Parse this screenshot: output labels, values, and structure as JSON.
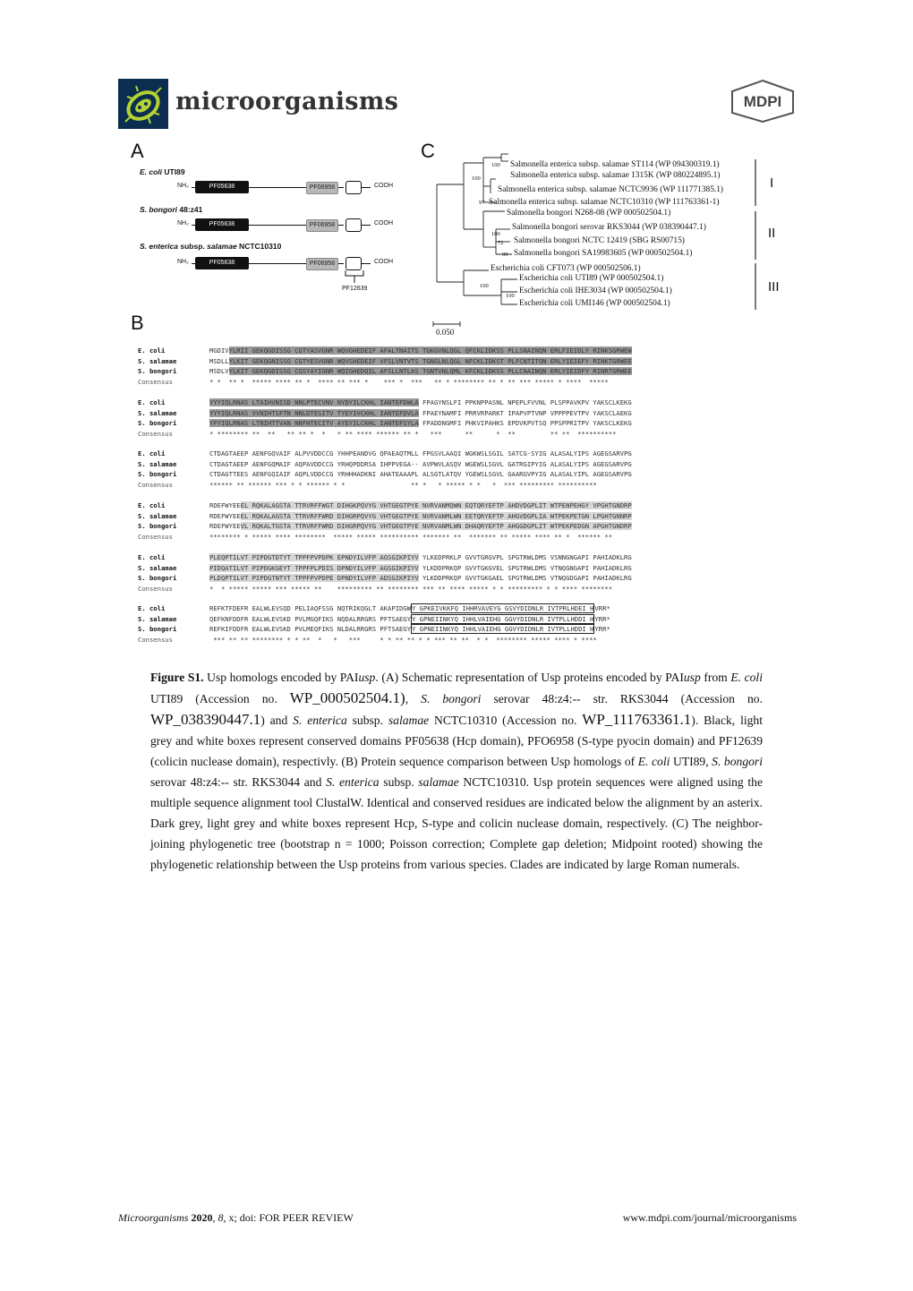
{
  "header": {
    "journal_name": "microorganisms",
    "publisher_logo": "MDPI",
    "logo_icon": "bacterium-icon"
  },
  "figure": {
    "panel_a": {
      "letter": "A",
      "organisms": [
        {
          "name_bold": "E. coli",
          "name_rest": " UTI89"
        },
        {
          "name_bold": "S. bongori",
          "name_rest": " 48:z41"
        },
        {
          "name_bold": "S. enterica",
          "name_rest": " subsp. ",
          "name_italic2": "salamae",
          "name_rest2": " NCTC10310"
        }
      ],
      "n_terminus": "NH₂",
      "c_terminus": "COOH",
      "domain_dark": "PF05638",
      "domain_light": "PF06958",
      "domain_white_label": "PF12639"
    },
    "panel_b": {
      "letter": "B",
      "names": [
        "E. coli",
        "S. salamae",
        "S. bongori",
        "Consensus"
      ],
      "blocks": [
        {
          "rows": [
            "MGDIV|YLRII GEKQGDISSG CGTYASVGNR WQVGHEDEIF AFALTNAITS TGKGVNLQGL QFCKLIDKSS PLLSNAINQN ERLFIEIDLY RINKSGRWEW",
            "MSDLL|YLKIT GEKQGNISSG CGTYESVGNR WQVSHEDEIF VFSLVNTVTS TGNGLNLQGL NFCKLIDKST PLFCNTITQN ERLYIEIEFY RINKTGRWEE",
            "MSDLV|YLKIT GEKQGDISSG CGSYAYIGNR WQIGHEDQIL AFSLLNTLAS TGNTVNLQML KFCKLIDKSS PLLCNAINQN ERLYIEIDFY RINRTGRWEE",
            "* *  |** *  ***** **** ** *  **** ** *** *    *** *  ***   ** * ******** ** * ** *** ***** * ****  *****"
          ]
        },
        {
          "rows": [
            "YYYIQLRNAS LTAIHVNISD NNLPTECVNV NYDYILCKHL IANTEFDWLA| FPAGYNSLFI PPKNPPASNL NPEPLFVVNL PLSPPAVKPV YAKSCLKEKG",
            "YYYIQLRNAS VVNIHTSFTN NNLDTESITV TYEYIVCKHL IANTEFDVLA| FPAEYNAMFI PRRVRPARKT IPAPVPTVNP VPPPPEVTPV YAKSCLAEKG",
            "YFYIQLRNAS LTNIHTTVAN NNFHTECITV AYEYILCKHL IANTEFSYLA| FPADDNGMFI PHKVIPAHKS EPDVKPVTSQ PPSPPRITPV YAKSCLKEKG",
            "* ******** **  **   ** ** *  *   * ** **** ****** ** *   ***      **      *  **         ** **  **********"
          ]
        },
        {
          "rows": [
            "CTDAGTAEEP AENFGQVAIF ALPVVDDCCG YHHPEANDVG QPAEAQTMLL FPGSVLAAQI WGKWSLSGIL SATCG-SYIG ALASALYIPS AGEGSARVPG",
            "CTDAGTAEEP AENFGQMAIF AQPAVDDCCG YRHQPDDRSA IHPPVEGA-- AVPWVLASQV WGEWSLSGVL GATRGIPYIG ALASALYIPS AGEGSARVPG",
            "CTDAGTTEES AENFGQIAIF AQPLVDDCCG YRHHHADKNI AHATEAAAPL ALSGTLATQV YGEWSLSGVL GAARGVPYIG ALASALYIPL AGEGSARVPG",
            "****** ** ****** *** * * ****** * *                 ** *   * ***** * *   *  *** ********* **********"
          ]
        },
        {
          "rows": [
            "RDEFWYEE|EL RQKALAGSTA TTRVRFFWGT DIHGKPQVYG VHTGEGTPYE NVRVANMQWN EQTQRYEFTP AHDVDGPLIT WTPENPEHGY VPGHTGNDRP",
            "RDEFWYEE|EL RQKALAGSTA TTRVRFFWRD DIHGRPQVYG VHTGEGTPYE NVRVANMLWN EETQRYEFTP AHGVDGPLIA WTPEKPETGN LPGHTGNNRP",
            "RDEFWYEE|VL RQKALTGSTA TTRVRFFWRD DIHGRPQVYG VHTGEGTPYE NVRVANMLWN DHAQRYEFTP AHGGDGPLIT WTPEKPEDGN APGHTGNDRP",
            "******** * ***** **** ********  ***** ***** ********** ******* **  ******* ** ***** **** ** *  ****** **"
          ]
        },
        {
          "rows": [
            "PLEQPTILVT PIPDGTDTYT TPPFPVPDPK EPNDYILVFP AGSGIKPIYV| YLKEDPRKLP GVVTGRGVPL SPGTRWLDMS VSNNGNGAPI PAHIADKLRG",
            "PIDQATILVT PIPDGKGEYT TPPFPLPDIS DPNDYILVFP AGSGIKPIYV| YLKDDPRKQP GVVTGKGVEL SPGTRWLDMS VTNQGNGAPI PAHIADKLRG",
            "PLDQPTILVT PIPDGTNTYT TPPFPVPDPE DPNDYILVFP ADSGIKPIYV| YLKDDPRKQP GVVTGKGAEL SPGTRWLDMS VTNQGDGAPI PAHIADKLRG",
            "*  * ***** ***** *** ***** **    ********* ** ******** *** ** **** ***** * * ********* * * **** ********"
          ]
        },
        {
          "rows": [
            "REFKTFDEFR EALWLEVSQD PELIAQFSSG NQTRIKQGLT AKAPIDGW|Y GPKEIVKKFQ IHHRVAVEYG GSVYDIDNLR IVTPRLHDEI |H|VRR*",
            "QEFKNFDDFR EALWLEVSKD PVLMGQFIKS NQDALRRGRS PFTSAEGY|Y GPNEIINKYQ IHHLVAIEHG GGVYDIDNLR IVTPLLHDDI |H|YRR*",
            "REFKIFDDFR EALWLEVSKD PVLMEQFIKS NLDALRRGRS PFTSAEGY|Y GPNEIINKYQ IHHLVAIEHG GGVYDIDNLR IVTPLLHDDI |H|YRR*",
            " *** ** ** ******** * * **  *   *   ***     * * ** ** * * *** ** **  * *  ******** ***** **** * ****"
          ]
        }
      ]
    },
    "panel_c": {
      "letter": "C",
      "leaves": [
        "Salmonella enterica subsp. salamae ST114 (WP 094300319.1)",
        "Salmonella enterica subsp. salamae 1315K (WP 080224895.1)",
        "Salmonella enterica subsp. salamae NCTC9936 (WP 111771385.1)",
        "Salmonella enterica subsp. salamae NCTC10310 (WP 111763361-1)",
        "Salmonella bongori N268-08 (WP 000502504.1)",
        "Salmonella bongori serovar RKS3044 (WP 038390447.1)",
        "Salmonella bongori NCTC 12419 (SBG RS00715)",
        "Salmonella bongori SA19983605 (WP 000502504.1)",
        "Escherichia coli CFT073 (WP 000502506.1)",
        "Escherichia coli UTI89 (WP 000502504.1)",
        "Escherichia coli IHE3034 (WP 000502504.1)",
        "Escherichia coli UMI146 (WP 000502504.1)"
      ],
      "bootstrap": [
        "100",
        "100",
        "97",
        "100",
        "72",
        "99",
        "100",
        "100"
      ],
      "clades": [
        "I",
        "II",
        "III"
      ],
      "scale": "0.050"
    }
  },
  "caption": {
    "label": "Figure S1.",
    "t1": " Usp homologs encoded by PAI",
    "i1": "usp",
    "t2": ". (A) Schematic representation of Usp proteins encoded by PAI",
    "i2": "usp",
    "t3": " from ",
    "i3": "E. coli",
    "t4": " UTI89 (Accession no. ",
    "acc1": "WP_000502504.1)",
    "t5": ", ",
    "i4": "S. bongori",
    "t6": " serovar 48:z4:-- str. RKS3044 (Accession no. ",
    "acc2": "WP_038390447.1",
    "t7": ") and ",
    "i5": "S. enterica",
    "t8": " subsp. ",
    "i6": "salamae",
    "t9": " NCTC10310 (Accession no. ",
    "acc3": "WP_111763361.1",
    "t10": "). Black, light grey and white boxes represent conserved domains PF05638 (Hcp domain), PFO6958 (S-type pyocin domain) and PF12639 (colicin nuclease domain), respectivly. (B) Protein sequence comparison between Usp homologs of ",
    "i7": "E. coli",
    "t11": " UTI89, ",
    "i8": "S. bongori",
    "t12": " serovar 48:z4:-- str. RKS3044 and ",
    "i9": "S. enterica",
    "t13": " subsp. ",
    "i10": "salamae",
    "t14": " NCTC10310. Usp protein sequences were aligned using the multiple sequence alignment tool ClustalW. Identical and conserved residues are indicated below the alignment by an asterix. Dark grey, light grey and white boxes represent Hcp, S-type and colicin nuclease domain, respectively. (C) The neighbor-joining phylogenetic tree (bootstrap n = 1000; Poisson correction; Complete gap deletion; Midpoint rooted) showing the phylogenetic relationship between the Usp proteins from various species. Clades are indicated by large Roman numerals."
  },
  "footer": {
    "journal_italic": "Microorganisms",
    "year": " 2020",
    "volume_sep": ", ",
    "volume": "8",
    "rest": ", x; doi: FOR PEER REVIEW",
    "url": "www.mdpi.com/journal/microorganisms"
  }
}
